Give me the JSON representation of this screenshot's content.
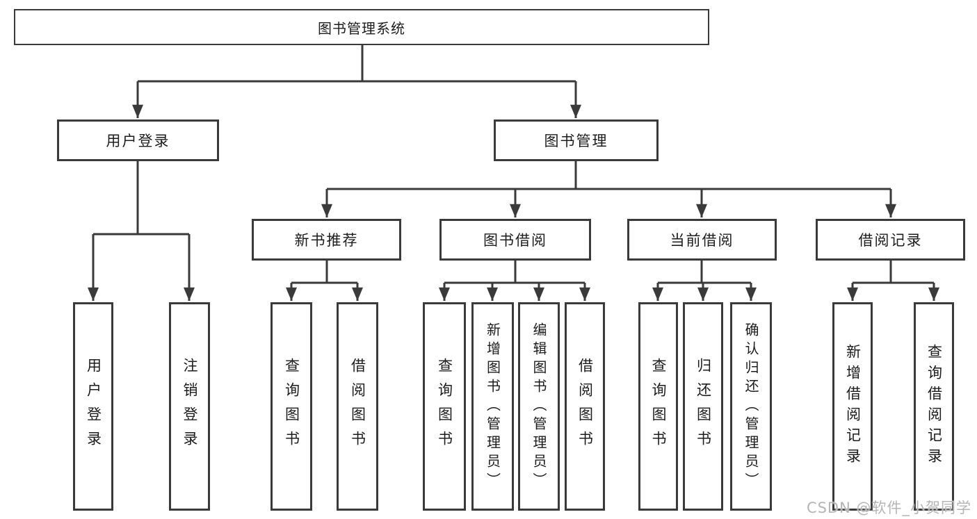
{
  "diagram": {
    "root": "图书管理系统",
    "level2": {
      "user_login": "用户登录",
      "book_management": "图书管理"
    },
    "level3": {
      "new_book_recommend": "新书推荐",
      "book_borrow": "图书借阅",
      "current_borrow": "当前借阅",
      "borrow_record": "借阅记录"
    },
    "leaves": {
      "user_login": [
        "用户登录",
        "注销登录"
      ],
      "new_book_recommend": [
        "查询图书",
        "借阅图书"
      ],
      "book_borrow": [
        "查询图书",
        "新增图书（管理员）",
        "编辑图书（管理员）",
        "借阅图书"
      ],
      "current_borrow": [
        "查询图书",
        "归还图书",
        "确认归还（管理员）"
      ],
      "borrow_record": [
        "新增借阅记录",
        "查询借阅记录"
      ]
    },
    "edges": [
      [
        "图书管理系统",
        "用户登录"
      ],
      [
        "图书管理系统",
        "图书管理"
      ],
      [
        "图书管理",
        "新书推荐"
      ],
      [
        "图书管理",
        "图书借阅"
      ],
      [
        "图书管理",
        "当前借阅"
      ],
      [
        "图书管理",
        "借阅记录"
      ]
    ]
  },
  "watermark": "CSDN @软件_小贺同学",
  "colors": {
    "line": "#3a3a3a",
    "text": "#1c1c1c",
    "watermark": "#b5b5b5",
    "bg": "#ffffff"
  }
}
